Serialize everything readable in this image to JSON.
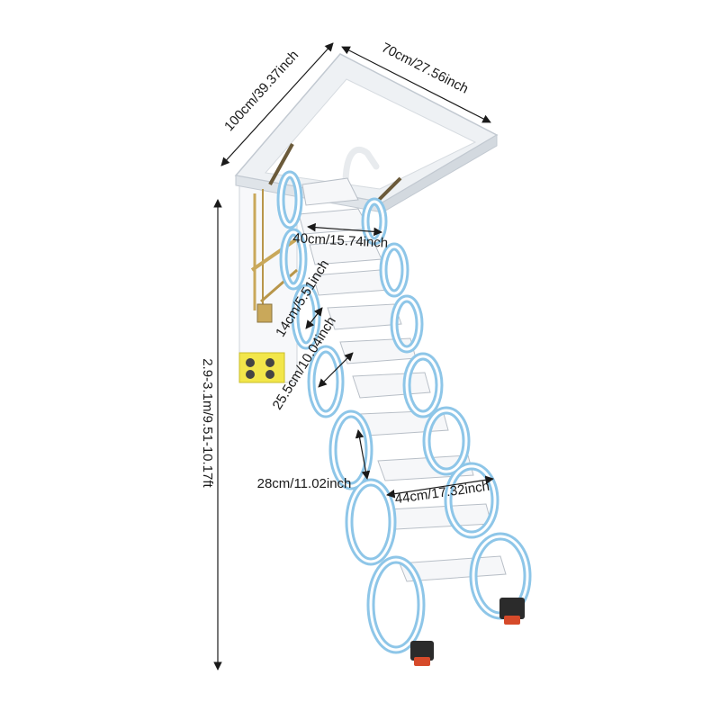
{
  "dimensions": {
    "frame_length": "100cm/39.37inch",
    "frame_width": "70cm/27.56inch",
    "height_range": "2.9-3.1m/9.51-10.17ft",
    "top_step_width": "40cm/15.74inch",
    "step_depth": "14cm/5.51inch",
    "step_spacing": "25.5cm/10.04inch",
    "loop_height": "28cm/11.02inch",
    "bottom_width": "44cm/17.32inch"
  },
  "colors": {
    "background": "#ffffff",
    "frame": "#f3f5f7",
    "frame_edge": "#c9cfd6",
    "rail_blue": "#8ec6e8",
    "rail_blue_dark": "#5fa6d3",
    "step": "#f6f7f9",
    "step_edge": "#b8bfc7",
    "hinge_brass": "#c9a85a",
    "foot": "#2b2b2b",
    "foot_accent": "#d64a2a",
    "warning_label": "#f2e64a",
    "dimension_line": "#1a1a1a"
  }
}
